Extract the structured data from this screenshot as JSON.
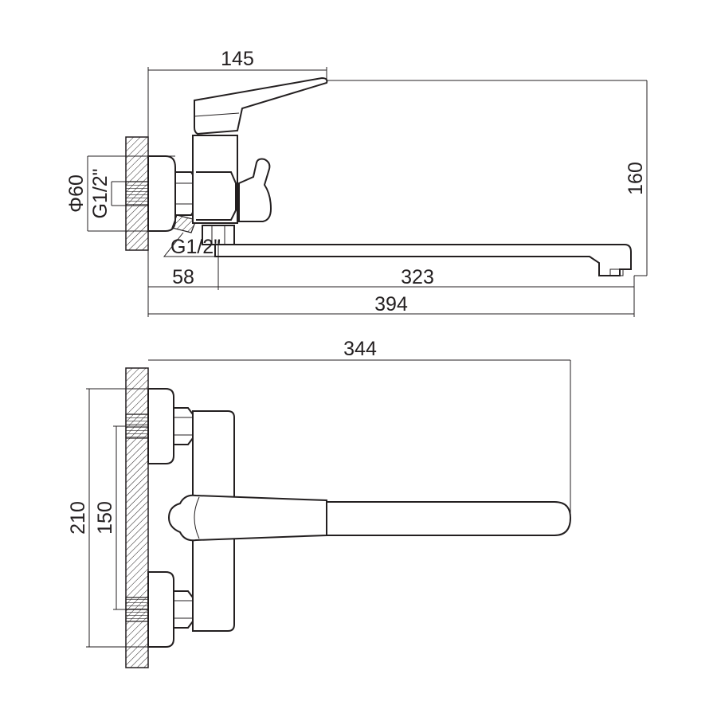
{
  "side_view": {
    "dim_top_width": "145",
    "dim_height": "160",
    "dim_flange_diameter": "Φ60",
    "dim_thread_inlet": "G1/2\"",
    "dim_thread_outlet": "G1/2\"",
    "dim_offset": "58",
    "dim_spout": "323",
    "dim_total_length": "394"
  },
  "top_view": {
    "dim_reach": "344",
    "dim_height": "210",
    "dim_center_distance": "150"
  }
}
